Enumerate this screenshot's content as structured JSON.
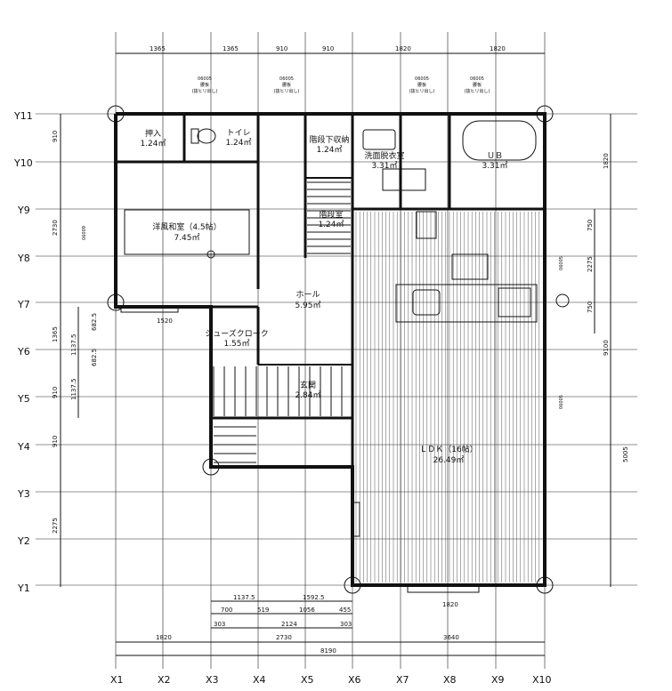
{
  "grid": {
    "x_labels": [
      "X1",
      "X2",
      "X3",
      "X4",
      "X5",
      "X6",
      "X7",
      "X8",
      "X9",
      "X10"
    ],
    "y_labels": [
      "Y11",
      "Y10",
      "Y9",
      "Y8",
      "Y7",
      "Y6",
      "Y5",
      "Y4",
      "Y3",
      "Y2",
      "Y1"
    ]
  },
  "dims": {
    "top": [
      "1365",
      "1365",
      "910",
      "910",
      "1820",
      "1820"
    ],
    "bottom_total": "8190",
    "bottom_row1": [
      "1820",
      "2730",
      "3640"
    ],
    "bottom_row2": [
      "303",
      "2124",
      "303"
    ],
    "bottom_row3": [
      "700",
      "519",
      "1056",
      "455"
    ],
    "bottom_row4": [
      "1137.5",
      "1592.5"
    ],
    "door_bottom_left": "1520",
    "door_bottom_ldk": "1820",
    "left": [
      "910",
      "2730",
      "1365",
      "910",
      "910",
      "2275"
    ],
    "left_inner": [
      "1137.5",
      "682.5",
      "682.5",
      "1137.5"
    ],
    "right": [
      "1820",
      "9100",
      "5005"
    ],
    "right_inner": [
      "750",
      "2275",
      "750"
    ]
  },
  "rooms": {
    "oshiire": "押入",
    "oshiire_area": "1.24㎡",
    "toilet": "トイレ",
    "toilet_area": "1.24㎡",
    "stair_storage": "階段下収納",
    "stair_storage_area": "1.24㎡",
    "washroom": "洗面脱衣室",
    "washroom_area": "3.31㎡",
    "ub": "ＵＢ",
    "ub_area": "3.31㎡",
    "washitsu": "洋風和室（4.5帖）",
    "washitsu_area": "7.45㎡",
    "stair": "階段室",
    "stair_area": "1.24㎡",
    "hall": "ホール",
    "hall_area": "5.95㎡",
    "shoes": "シューズクローク",
    "shoes_area": "1.55㎡",
    "genkan": "玄関",
    "genkan_area": "2.84㎡",
    "ldk": "ＬＤＫ（16帖）",
    "ldk_area": "26.49㎡"
  },
  "windows": {
    "w1": "06005",
    "w1_type": "腰板",
    "w1_note": "(抜ヒリ出し)",
    "w2": "06005",
    "w2_type": "腰板",
    "w2_note": "(抜ヒリ出し)",
    "w3": "06005",
    "w3_type": "腰板",
    "w3_note": "(抜ヒリ出し)",
    "w4": "06005",
    "w4_type": "腰板",
    "w4_note": "(抜ヒリ出し)",
    "left_window": "06009",
    "right_window1": "06005",
    "right_window2": "06005"
  }
}
